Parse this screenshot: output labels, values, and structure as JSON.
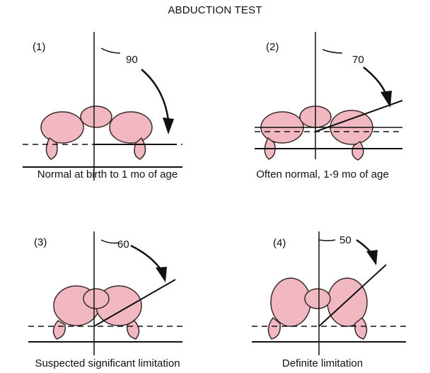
{
  "title": "ABDUCTION TEST",
  "panels": [
    {
      "number": "(1)",
      "angle": "90",
      "caption": "Normal at birth to 1 mo of age",
      "angle_deg": 90
    },
    {
      "number": "(2)",
      "angle": "70",
      "caption": "Often normal, 1-9 mo of age",
      "angle_deg": 70
    },
    {
      "number": "(3)",
      "angle": "60",
      "caption": "Suspected significant limitation",
      "angle_deg": 60
    },
    {
      "number": "(4)",
      "angle": "50",
      "caption": "Definite limitation",
      "angle_deg": 50
    }
  ],
  "colors": {
    "infant_fill": "#f2b8c2",
    "infant_stroke": "#3a2a2a",
    "line": "#111111"
  }
}
